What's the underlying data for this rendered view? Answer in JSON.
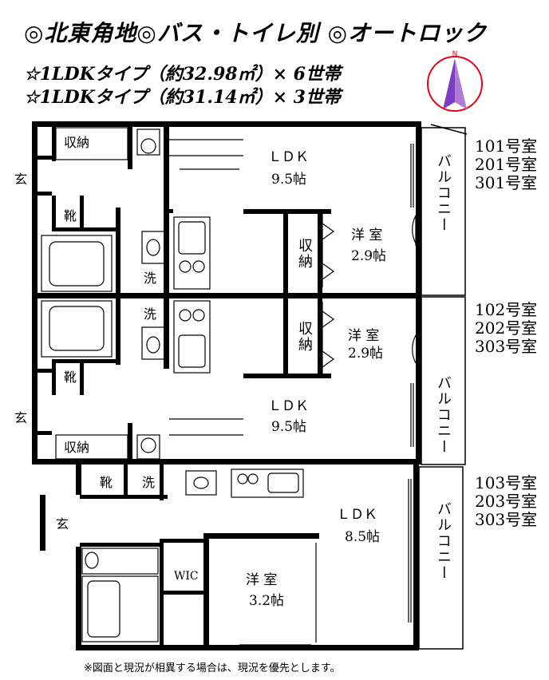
{
  "header": {
    "features": "◎北東角地◎バス・トイレ別 ◎オートロック",
    "type_a": "☆1LDKタイプ（約32.98㎡）× 6世帯",
    "type_b": "☆1LDKタイプ（約31.14㎡）× 3世帯"
  },
  "compass": {
    "north": "N"
  },
  "units": {
    "group1": [
      "101号室",
      "201号室",
      "301号室"
    ],
    "group2": [
      "102号室",
      "202号室",
      "303号室"
    ],
    "group3": [
      "103号室",
      "203号室",
      "303号室"
    ]
  },
  "rooms": {
    "u1": {
      "storage": "収納",
      "entrance": "玄",
      "shoes": "靴",
      "wash": "洗",
      "ldk": "ＬＤＫ",
      "ldk_size": "9.5帖",
      "closet": "収納",
      "western": "洋 室",
      "western_size": "2.9帖",
      "balcony": "バルコニー"
    },
    "u2": {
      "storage": "収納",
      "entrance": "玄",
      "shoes": "靴",
      "wash": "洗",
      "ldk": "ＬＤＫ",
      "ldk_size": "9.5帖",
      "closet": "収納",
      "western": "洋 室",
      "western_size": "2.9帖",
      "balcony": "バルコニー"
    },
    "u3": {
      "entrance": "玄",
      "shoes": "靴",
      "wash": "洗",
      "ldk": "ＬＤＫ",
      "ldk_size": "8.5帖",
      "wic": "WIC",
      "western": "洋 室",
      "western_size": "3.2帖",
      "balcony": "バルコニー"
    }
  },
  "footer": {
    "note": "※図面と現況が相異する場合は、現況を優先とします。"
  }
}
